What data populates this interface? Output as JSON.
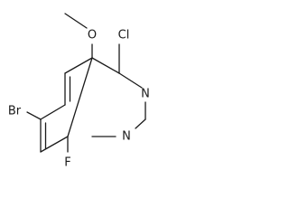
{
  "molecule": {
    "atoms": {
      "o": "O",
      "cl": "Cl",
      "n3": "N",
      "n1": "N",
      "br": "Br",
      "f": "F"
    }
  }
}
